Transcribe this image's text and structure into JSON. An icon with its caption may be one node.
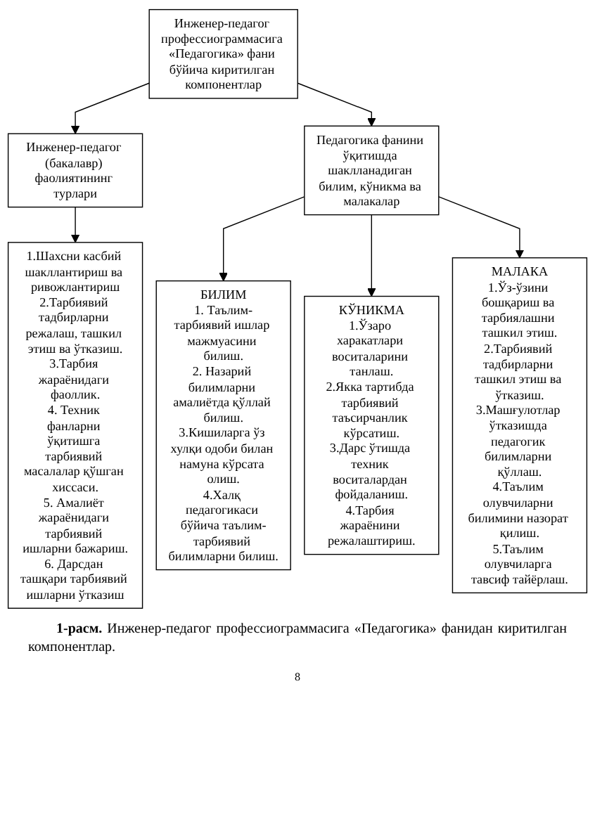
{
  "diagram": {
    "caption": "**1-расм.** Инженер-педагог профессиограммасига «Педагогика» фанидан киритилган компонентлар.",
    "nodes": [
      {
        "text": [
          "Инженер-педагог профессиограммасига «Педагогика» фани бўйича киритилган компонентлар"
        ]
      },
      {
        "text": [
          "Инженер-педагог (бакалавр) фаолиятининг турлари"
        ]
      },
      {
        "text": [
          "Педагогика фанини ўқитишда шаклланадиган билим, кўникма ва малакалар"
        ]
      },
      {
        "text": [
          "1.Шахсни касбий шакллантириш ва ривожлантириш",
          "2.Тарбиявий тадбирларни режалаш, ташкил этиш ва ўтказиш.",
          "3.Тарбия жараёнидаги фаоллик.",
          "4. Техник фанларни ўқитишга тарбиявий масалалар қўшган хиссаси.",
          "5. Амалиёт жараёнидаги тарбиявий ишларни бажариш.",
          "6. Дарсдан ташқари тарбиявий ишларни ўтказиш"
        ]
      },
      {
        "text": [
          "БИЛИМ",
          "1. Таълим-тарбиявий ишлар мажмуасини билиш.",
          "2. Назарий билимларни амалиётда қўллай билиш.",
          "3.Кишиларга ўз хулқи одоби билан намуна кўрсата олиш.",
          "4.Халқ педагогикаси бўйича таълим-тарбиявий билимларни билиш."
        ]
      },
      {
        "text": [
          "КЎНИКМА",
          "1.Ўзаро харакатлари воситаларини танлаш.",
          "2.Якка тартибда тарбиявий таъсирчанлик кўрсатиш.",
          "3.Дарс ўтишда техник воситалардан фойдаланиш.",
          "4.Тарбия жараёнини режалаштириш."
        ]
      },
      {
        "text": [
          "МАЛАКА",
          "1.Ўз-ўзини бошқариш ва тарбиялашни ташкил этиш.",
          "2.Тарбиявий тадбирларни ташкил этиш ва ўтказиш.",
          "3.Машғулотлар ўтказишда педагогик билимларни қўллаш.",
          "4.Таълим олувчиларни билимини назорат қилиш.",
          "5.Таълим олувчиларга тавсиф тайёрлаш."
        ]
      }
    ],
    "edges": [
      {
        "from": 0,
        "to": 1,
        "arrow": "to"
      },
      {
        "from": 0,
        "to": 2,
        "arrow": "to"
      },
      {
        "from": 1,
        "to": 3,
        "arrow": "to"
      },
      {
        "from": 2,
        "to": 4,
        "arrow": "to"
      },
      {
        "from": 2,
        "to": 5,
        "arrow": "to"
      },
      {
        "from": 2,
        "to": 6,
        "arrow": "to"
      }
    ],
    "labels": [
      "8"
    ]
  }
}
